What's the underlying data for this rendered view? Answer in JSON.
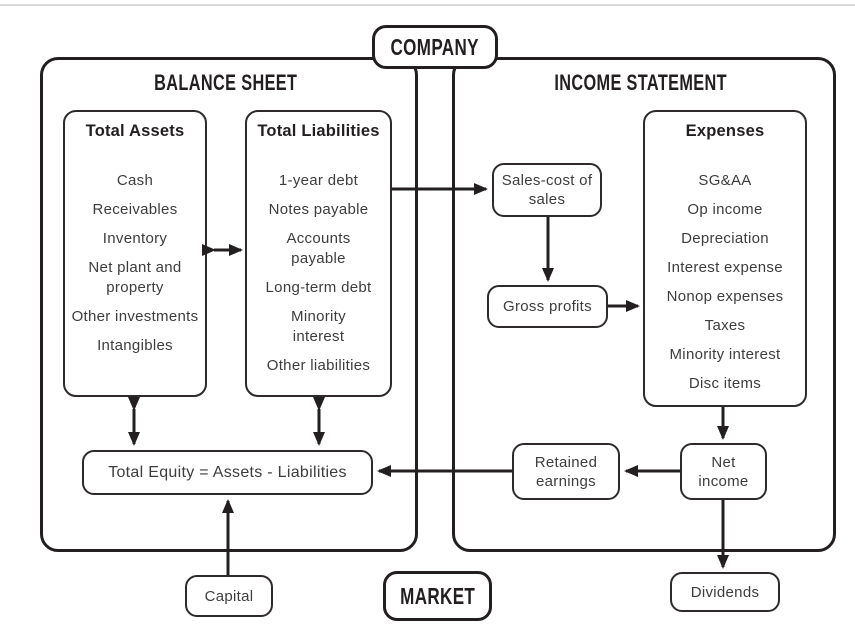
{
  "company": {
    "label": "COMPANY"
  },
  "market": {
    "label": "MARKET"
  },
  "balance_sheet": {
    "title": "BALANCE SHEET",
    "total_assets": {
      "title": "Total Assets",
      "items": [
        "Cash",
        "Receivables",
        "Inventory",
        "Net plant and property",
        "Other investments",
        "Intangibles"
      ]
    },
    "total_liabilities": {
      "title": "Total Liabilities",
      "items": [
        "1-year debt",
        "Notes payable",
        "Accounts payable",
        "Long-term debt",
        "Minority interest",
        "Other liabilities"
      ]
    },
    "total_equity": {
      "label": "Total Equity = Assets - Liabilities"
    },
    "capital": {
      "label": "Capital"
    }
  },
  "income_statement": {
    "title": "INCOME STATEMENT",
    "sales_cost": {
      "label": "Sales-cost of sales"
    },
    "gross_profits": {
      "label": "Gross profits"
    },
    "expenses": {
      "title": "Expenses",
      "items": [
        "SG&AA",
        "Op income",
        "Depreciation",
        "Interest expense",
        "Nonop expenses",
        "Taxes",
        "Minority interest",
        "Disc items"
      ]
    },
    "retained_earnings": {
      "label": "Retained earnings"
    },
    "net_income": {
      "label": "Net income"
    },
    "dividends": {
      "label": "Dividends"
    }
  },
  "colors": {
    "ink": "#231f20",
    "item_text": "#3d3d3d",
    "top_rule": "#d9d9d9",
    "background": "#ffffff"
  }
}
